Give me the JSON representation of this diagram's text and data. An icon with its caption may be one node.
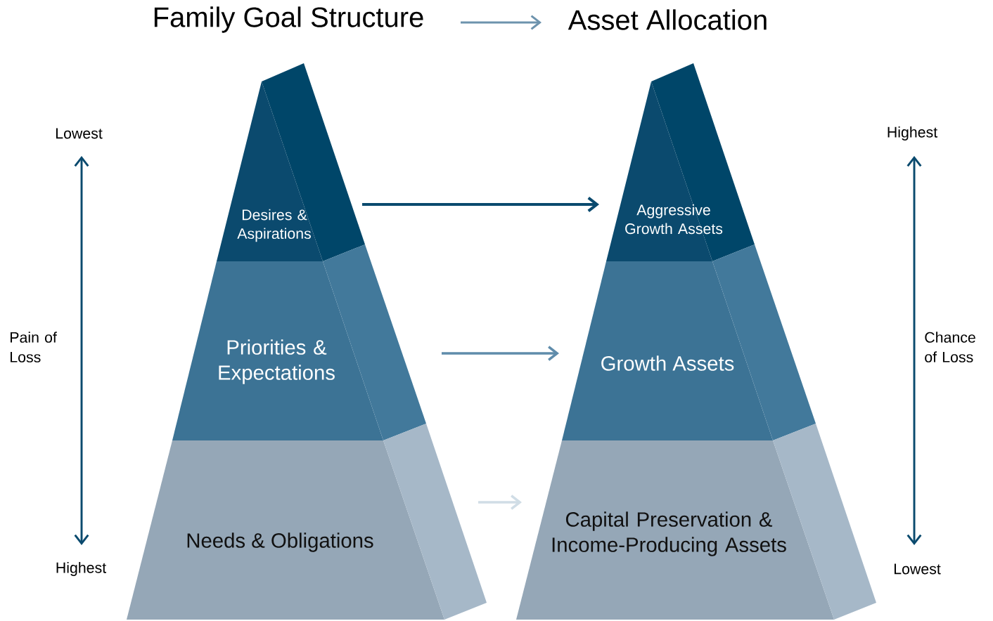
{
  "diagram": {
    "nodes": [
      {
        "text": [
          "Family Goal Structure"
        ]
      },
      {
        "text": [
          "Asset Allocation"
        ]
      },
      {
        "text": [
          "Desires & Aspirations"
        ]
      },
      {
        "text": [
          "Priorities & Expectations"
        ]
      },
      {
        "text": [
          "Needs & Obligations"
        ]
      },
      {
        "text": [
          "Aggressive Growth Assets"
        ]
      },
      {
        "text": [
          "Growth Assets"
        ]
      },
      {
        "text": [
          "Capital Preservation & Income-Producing Assets"
        ]
      }
    ],
    "edges": [
      {
        "from": 0,
        "to": 1,
        "arrow": "to",
        "color": "#6d93ad"
      },
      {
        "from": 2,
        "to": 5,
        "arrow": "to",
        "color": "#0a4a6e"
      },
      {
        "from": 3,
        "to": 6,
        "arrow": "to",
        "color": "#5f8cab"
      },
      {
        "from": 4,
        "to": 7,
        "arrow": "to",
        "color": "#d0dde6"
      }
    ],
    "labels": [
      "Lowest",
      "Pain of Loss",
      "Highest",
      "Highest",
      "Chance of Loss",
      "Lowest"
    ]
  }
}
